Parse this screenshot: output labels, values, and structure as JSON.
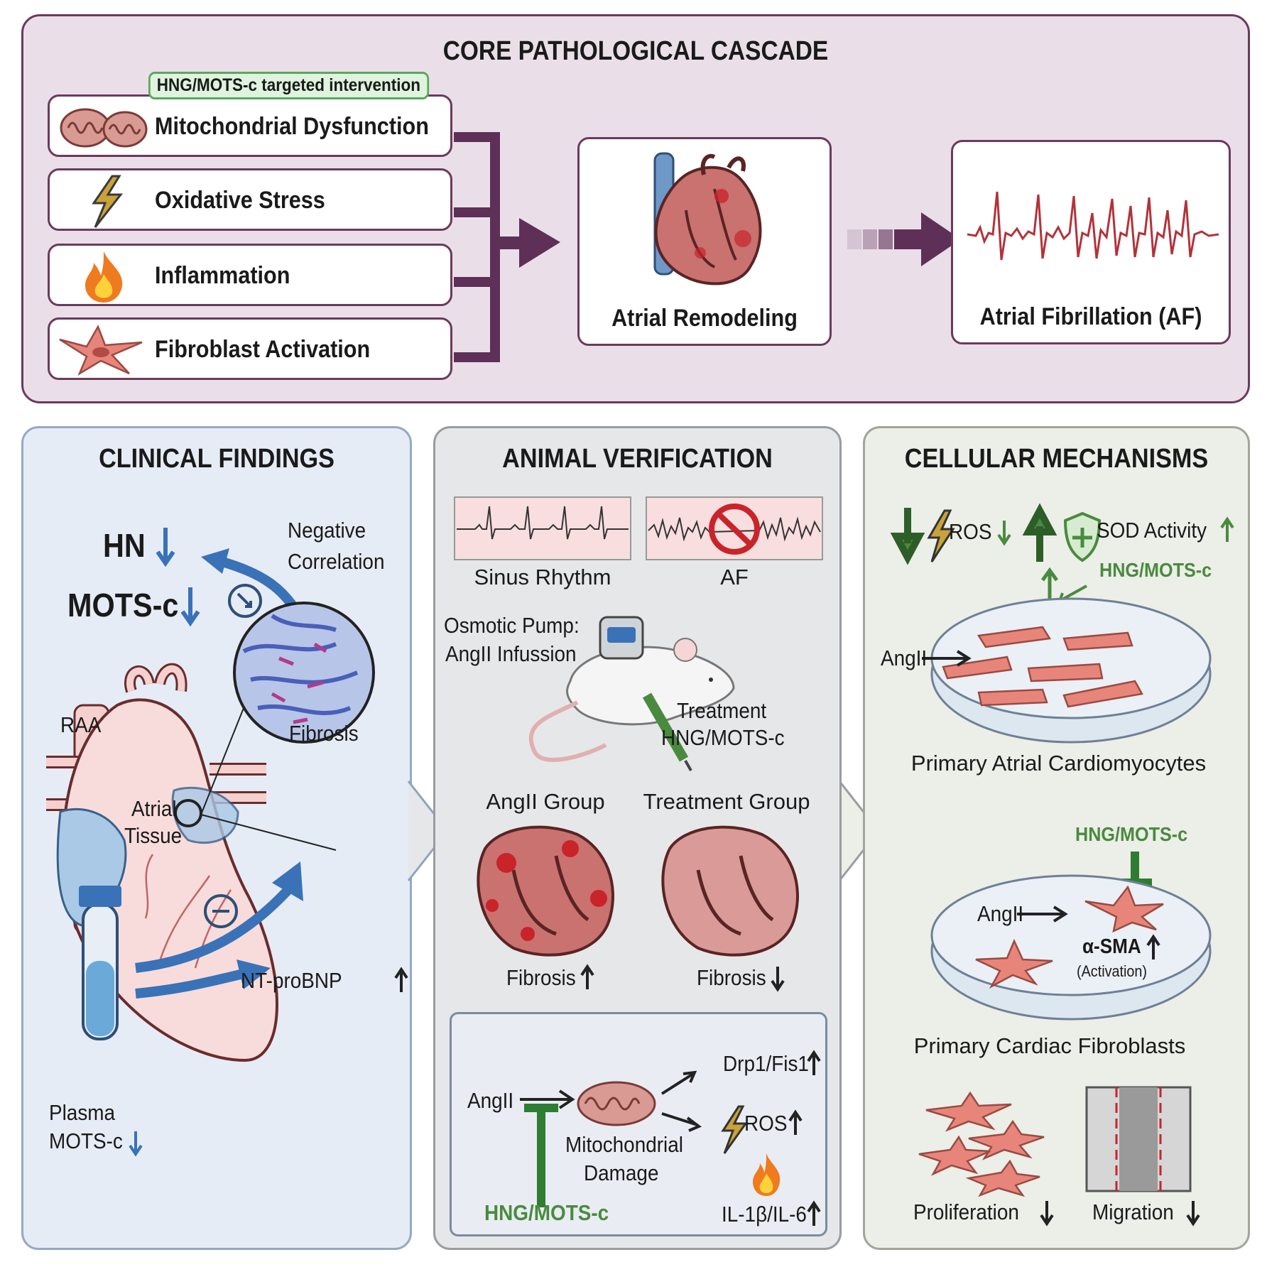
{
  "core": {
    "title": "CORE PATHOLOGICAL CASCADE",
    "intervention_tag": "HNG/MOTS-c targeted intervention",
    "causes": [
      {
        "label": "Mitochondrial Dysfunction",
        "icon": "mitochondria-icon"
      },
      {
        "label": "Oxidative Stress",
        "icon": "lightning-icon"
      },
      {
        "label": "Inflammation",
        "icon": "flame-icon"
      },
      {
        "label": "Fibroblast Activation",
        "icon": "fibroblast-icon"
      }
    ],
    "remodeling_label": "Atrial Remodeling",
    "af_label": "Atrial Fibrillation (AF)",
    "accent": "#5e3058"
  },
  "clinical": {
    "title": "CLINICAL FINDINGS",
    "hn": "HN",
    "mots": "MOTS-c",
    "neg1": "Negative",
    "neg2": "Correlation",
    "raa": "RAA",
    "atrial1": "Atrial",
    "atrial2": "Tissue",
    "fibrosis": "Fibrosis",
    "ntprobnp": "NT-proBNP",
    "plasma1": "Plasma",
    "plasma2": "MOTS-c",
    "accent": "#3a72b8"
  },
  "animal": {
    "title": "ANIMAL VERIFICATION",
    "sinus": "Sinus Rhythm",
    "af": "AF",
    "pump1": "Osmotic Pump:",
    "pump2": "AngII Infussion",
    "treat1": "Treatment",
    "treat2": "HNG/MOTS-c",
    "angii_group": "AngII Group",
    "treat_group": "Treatment Group",
    "fib_up": "Fibrosis",
    "fib_down": "Fibrosis",
    "angii": "AngII",
    "mito1": "Mitochondrial",
    "mito2": "Damage",
    "drp": "Drp1/Fis1",
    "ros": "ROS",
    "il": "IL-1β/IL-6",
    "hng": "HNG/MOTS-c"
  },
  "cellular": {
    "title": "CELLULAR MECHANISMS",
    "ros": "ROS",
    "sod": "SOD Activity",
    "hng_top": "HNG/MOTS-c",
    "angii_top": "AngII",
    "cardio": "Primary Atrial Cardiomyocytes",
    "hng_mid": "HNG/MOTS-c",
    "angii_mid": "AngII",
    "sma": "α-SMA",
    "activation": "(Activation)",
    "fibro": "Primary Cardiac Fibroblasts",
    "prolif": "Proliferation",
    "migr": "Migration"
  }
}
